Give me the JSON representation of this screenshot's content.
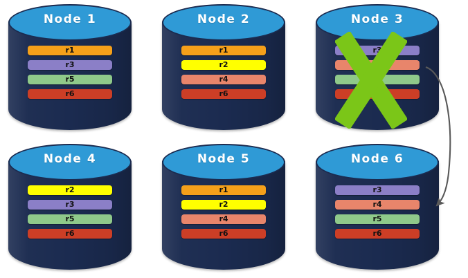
{
  "diagram": {
    "background_color": "#ffffff",
    "title": "",
    "node_fill_color": "#1b2b50",
    "node_top_color": "#2f9ad6",
    "node_label_color": "#ffffff"
  },
  "record_colors": {
    "r1": "#f5a01a",
    "r2": "#ffff00",
    "r3": "#8b7fc7",
    "r4": "#e8856b",
    "r5": "#8fc98a",
    "r6": "#cc3e26"
  },
  "nodes": [
    {
      "id": "node-1",
      "label": "Node  1",
      "failed": false,
      "records": [
        {
          "label": "r1",
          "color": "#f5a01a"
        },
        {
          "label": "r3",
          "color": "#8b7fc7"
        },
        {
          "label": "r5",
          "color": "#8fc98a"
        },
        {
          "label": "r6",
          "color": "#cc3e26"
        }
      ]
    },
    {
      "id": "node-2",
      "label": "Node  2",
      "failed": false,
      "records": [
        {
          "label": "r1",
          "color": "#f5a01a"
        },
        {
          "label": "r2",
          "color": "#ffff00"
        },
        {
          "label": "r4",
          "color": "#e8856b"
        },
        {
          "label": "r6",
          "color": "#cc3e26"
        }
      ]
    },
    {
      "id": "node-3",
      "label": "Node  3",
      "failed": true,
      "fail_marker": {
        "name": "failure-cross-icon",
        "color": "#7bc618"
      },
      "records": [
        {
          "label": "r3",
          "color": "#8b7fc7"
        },
        {
          "label": "r4",
          "color": "#e8856b"
        },
        {
          "label": "r5",
          "color": "#8fc98a"
        },
        {
          "label": "r6",
          "color": "#cc3e26"
        }
      ]
    },
    {
      "id": "node-4",
      "label": "Node  4",
      "failed": false,
      "records": [
        {
          "label": "r2",
          "color": "#ffff00"
        },
        {
          "label": "r3",
          "color": "#8b7fc7"
        },
        {
          "label": "r5",
          "color": "#8fc98a"
        },
        {
          "label": "r6",
          "color": "#cc3e26"
        }
      ]
    },
    {
      "id": "node-5",
      "label": "Node  5",
      "failed": false,
      "records": [
        {
          "label": "r1",
          "color": "#f5a01a"
        },
        {
          "label": "r2",
          "color": "#ffff00"
        },
        {
          "label": "r4",
          "color": "#e8856b"
        },
        {
          "label": "r6",
          "color": "#cc3e26"
        }
      ]
    },
    {
      "id": "node-6",
      "label": "Node  6",
      "failed": false,
      "records": [
        {
          "label": "r3",
          "color": "#8b7fc7"
        },
        {
          "label": "r4",
          "color": "#e8856b"
        },
        {
          "label": "r5",
          "color": "#8fc98a"
        },
        {
          "label": "r6",
          "color": "#cc3e26"
        }
      ]
    }
  ],
  "arrow": {
    "name": "migration-arrow",
    "label": "",
    "color": "#595959",
    "from_node": "node-3",
    "to_node": "node-6"
  }
}
